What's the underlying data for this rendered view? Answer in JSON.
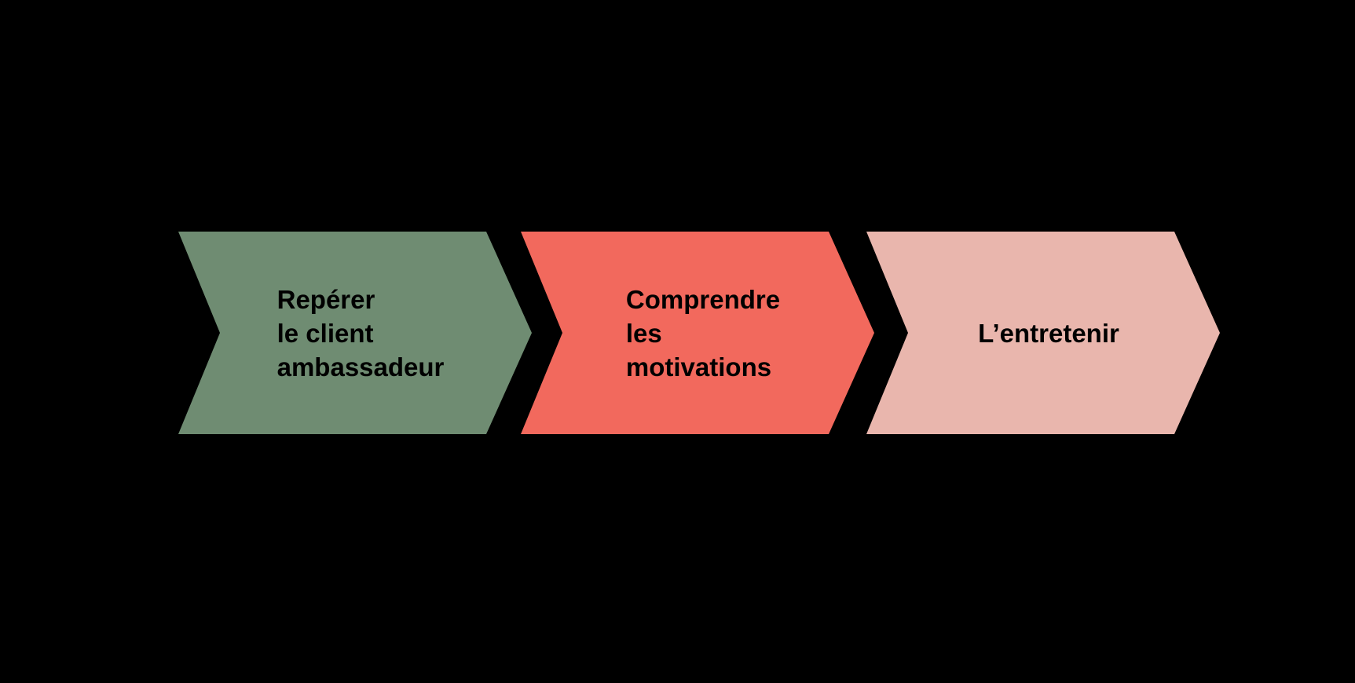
{
  "canvas": {
    "background": "#000000"
  },
  "diagram": {
    "type": "chevron-process-flow",
    "direction": "left-to-right",
    "steps": [
      {
        "id": "step-1",
        "label": "Repérer\nle client\nambassadeur",
        "fill": "#6F8C72",
        "text_color": "#000000"
      },
      {
        "id": "step-2",
        "label": "Comprendre\nles\nmotivations",
        "fill": "#F2695D",
        "text_color": "#000000"
      },
      {
        "id": "step-3",
        "label": "L’entretenir",
        "fill": "#E9B6AD",
        "text_color": "#000000"
      }
    ]
  }
}
